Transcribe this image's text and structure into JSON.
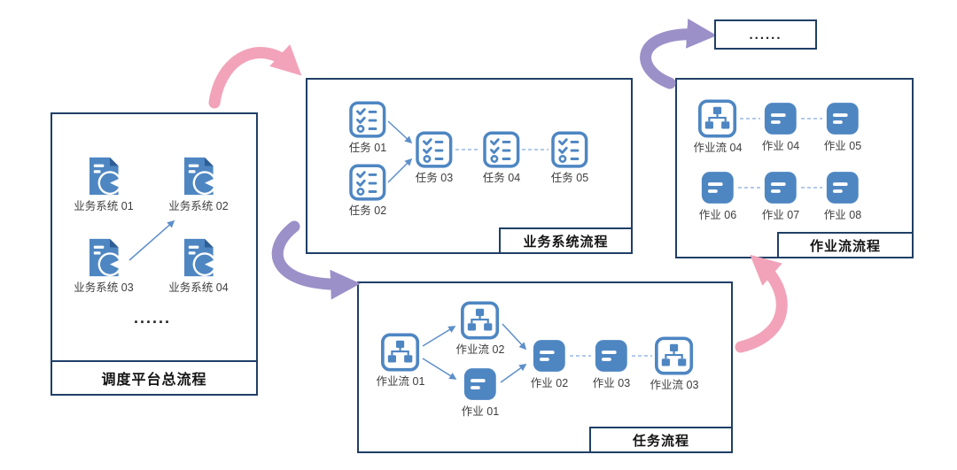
{
  "colors": {
    "frame_border": "#1f3f66",
    "icon_blue": "#4e86c2",
    "arrow_pink": "#f2a3b9",
    "arrow_purple": "#9c90c8",
    "connector_blue": "#6d9bd3",
    "connector_dashed": "#97b9e2",
    "label_text": "#3d3d3d",
    "title_text": "#141414"
  },
  "overview_box": {
    "title": "调度平台总流程",
    "ellipsis": "......",
    "items": [
      {
        "label": "业务系统 01",
        "icon": "document-pie-icon"
      },
      {
        "label": "业务系统 02",
        "icon": "document-pie-icon"
      },
      {
        "label": "业务系统 03",
        "icon": "document-pie-icon"
      },
      {
        "label": "业务系统 04",
        "icon": "document-pie-icon"
      }
    ]
  },
  "business_box": {
    "title": "业务系统流程",
    "items": [
      {
        "label": "任务 01",
        "icon": "checklist-icon"
      },
      {
        "label": "任务 02",
        "icon": "checklist-icon"
      },
      {
        "label": "任务 03",
        "icon": "checklist-icon"
      },
      {
        "label": "任务 04",
        "icon": "checklist-icon"
      },
      {
        "label": "任务 05",
        "icon": "checklist-icon"
      }
    ]
  },
  "task_box": {
    "title": "任务流程",
    "items": [
      {
        "label": "作业流 01",
        "icon": "hierarchy-icon"
      },
      {
        "label": "作业流 02",
        "icon": "hierarchy-icon"
      },
      {
        "label": "作业 01",
        "icon": "list-icon"
      },
      {
        "label": "作业 02",
        "icon": "list-icon"
      },
      {
        "label": "作业 03",
        "icon": "list-icon"
      },
      {
        "label": "作业流 03",
        "icon": "hierarchy-icon"
      }
    ]
  },
  "jobflow_box": {
    "title": "作业流流程",
    "items": [
      {
        "label": "作业流 04",
        "icon": "hierarchy-icon"
      },
      {
        "label": "作业 04",
        "icon": "list-icon"
      },
      {
        "label": "作业 05",
        "icon": "list-icon"
      },
      {
        "label": "作业 06",
        "icon": "list-icon"
      },
      {
        "label": "作业 07",
        "icon": "list-icon"
      },
      {
        "label": "作业 08",
        "icon": "list-icon"
      }
    ]
  },
  "continuation_box": {
    "label": "......"
  },
  "connections": [
    {
      "from": "调度平台总流程",
      "to": "业务系统流程",
      "color": "#f2a3b9"
    },
    {
      "from": "业务系统流程",
      "to": "任务流程",
      "color": "#9c90c8"
    },
    {
      "from": "任务流程",
      "to": "作业流流程",
      "color": "#f2a3b9"
    },
    {
      "from": "作业流流程",
      "to": "......",
      "color": "#9c90c8"
    }
  ]
}
